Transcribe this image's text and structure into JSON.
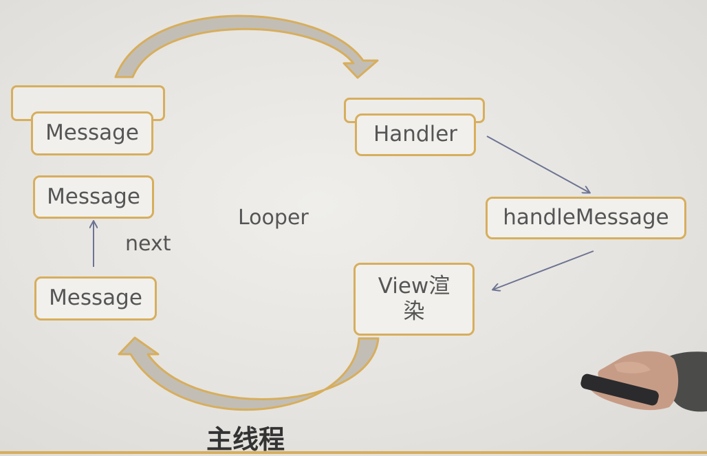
{
  "diagram": {
    "message_queue": {
      "top_message": "Message",
      "middle_message": "Message",
      "bottom_message": "Message",
      "link_label": "next"
    },
    "center_label": "Looper",
    "handler": "Handler",
    "handle_message": "handleMessage",
    "view_render": "View渲染",
    "caption": "主线程"
  },
  "colors": {
    "box_border": "#d7ae5c",
    "arrow_fill": "#c2beb6",
    "connector": "#6c7392",
    "text": "#555555"
  }
}
